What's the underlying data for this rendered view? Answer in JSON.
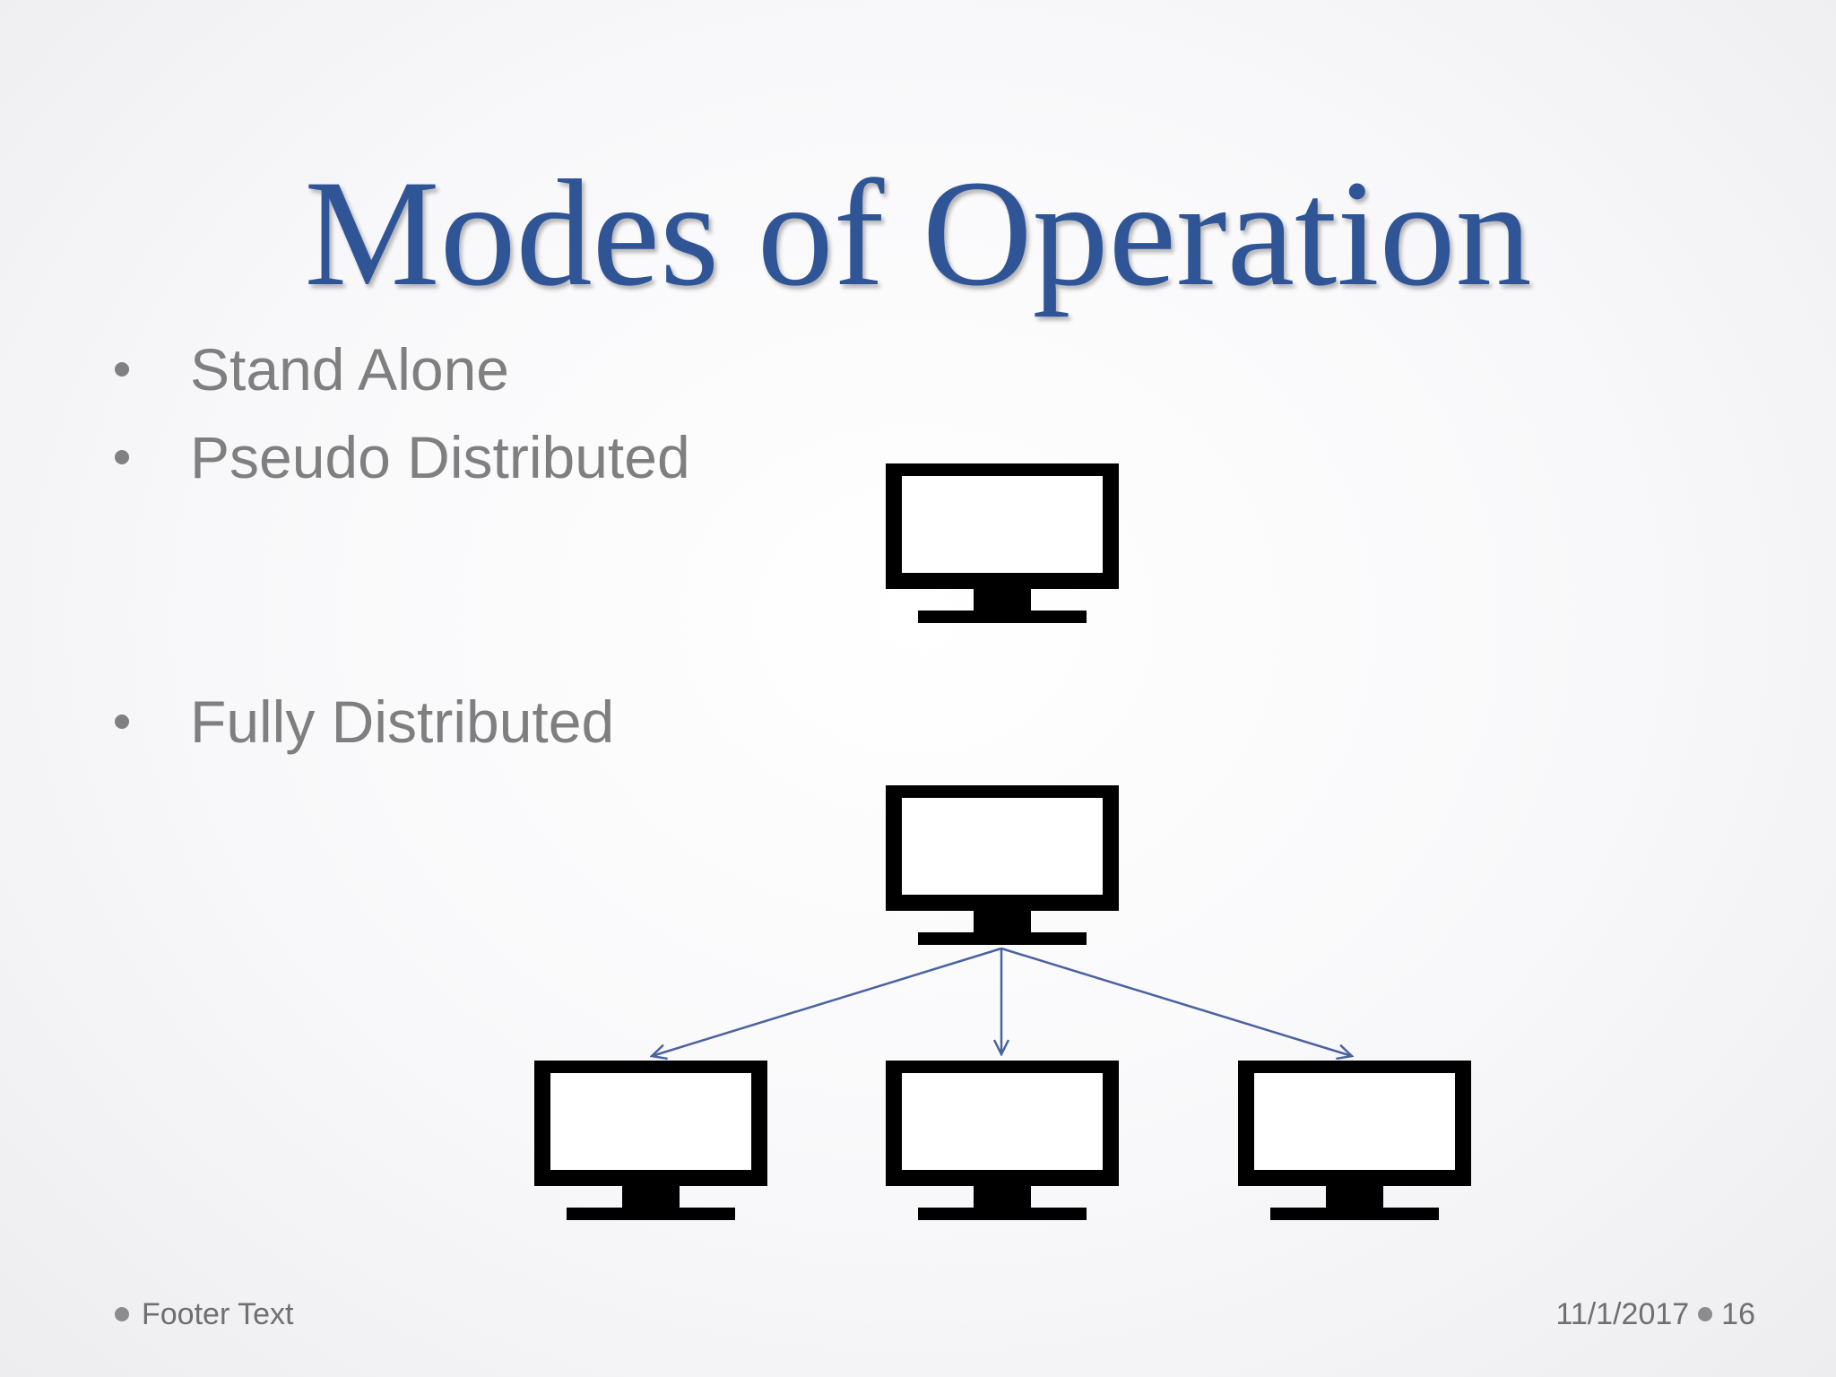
{
  "slide": {
    "title": "Modes of Operation",
    "bullets": [
      {
        "label": "Stand Alone"
      },
      {
        "label": "Pseudo Distributed"
      },
      {
        "label": "Fully Distributed"
      }
    ],
    "footer": {
      "text": "Footer Text",
      "date": "11/1/2017",
      "page_number": "16"
    },
    "colors": {
      "title": "#2f5597",
      "bullet_text": "#7f7f7f",
      "arrow": "#4a62a0",
      "monitor": "#000000"
    },
    "icons": [
      "monitor-icon"
    ]
  }
}
